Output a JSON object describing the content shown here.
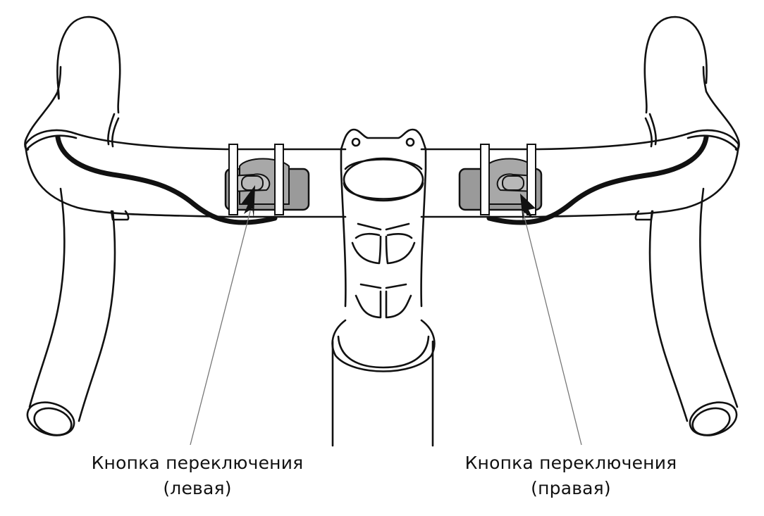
{
  "diagram": {
    "subject": "Road bicycle drop handlebar with shift buttons (front view)",
    "colors": {
      "background": "#ffffff",
      "outline": "#111111",
      "cable": "#111111",
      "button_fill": "#9a9a9a",
      "button_light": "#c4c4c4",
      "leader_line": "#777777"
    },
    "callouts": [
      {
        "id": "left-shift-button",
        "line1": "Кнопка переключения",
        "line2": "(левая)"
      },
      {
        "id": "right-shift-button",
        "line1": "Кнопка переключения",
        "line2": "(правая)"
      }
    ],
    "parts": [
      "left-hood",
      "left-drop",
      "right-hood",
      "right-drop",
      "handlebar-top",
      "stem",
      "head-tube",
      "left-cable",
      "right-cable",
      "left-shift-button",
      "right-shift-button"
    ]
  }
}
